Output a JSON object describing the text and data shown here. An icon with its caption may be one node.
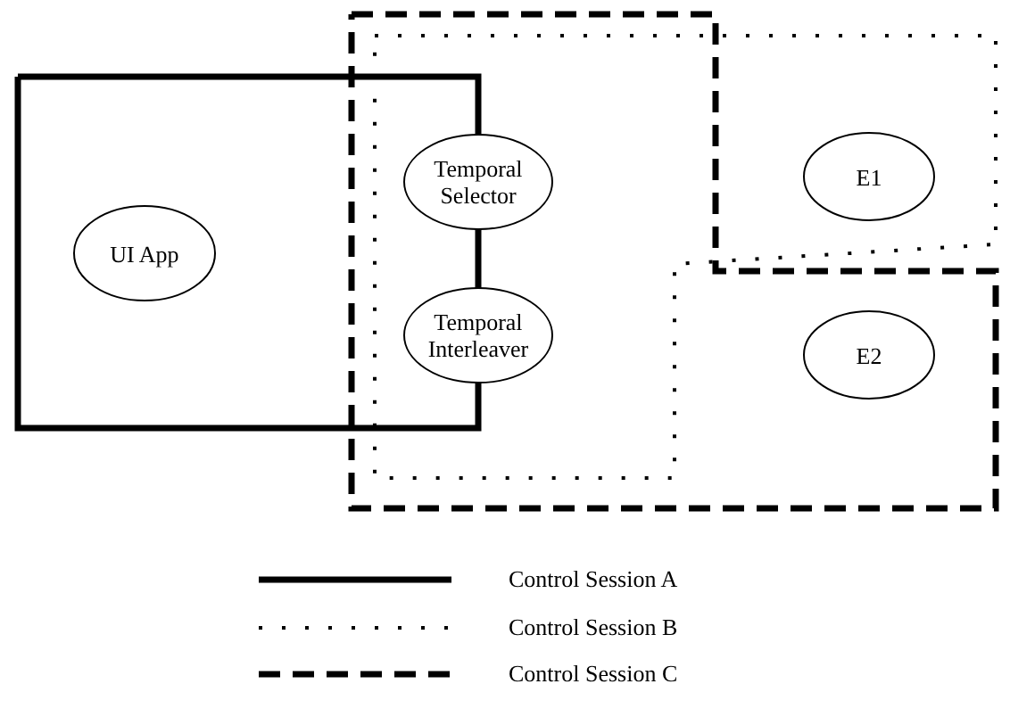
{
  "diagram": {
    "nodes": [
      {
        "text": [
          "UI App"
        ]
      },
      {
        "text": [
          "Temporal Selector"
        ]
      },
      {
        "text": [
          "Temporal Interleaver"
        ]
      },
      {
        "text": [
          "E1"
        ]
      },
      {
        "text": [
          "E2"
        ]
      }
    ],
    "legend": [
      {
        "text": "Control Session A"
      },
      {
        "text": "Control Session B"
      },
      {
        "text": "Control Session C"
      }
    ]
  }
}
